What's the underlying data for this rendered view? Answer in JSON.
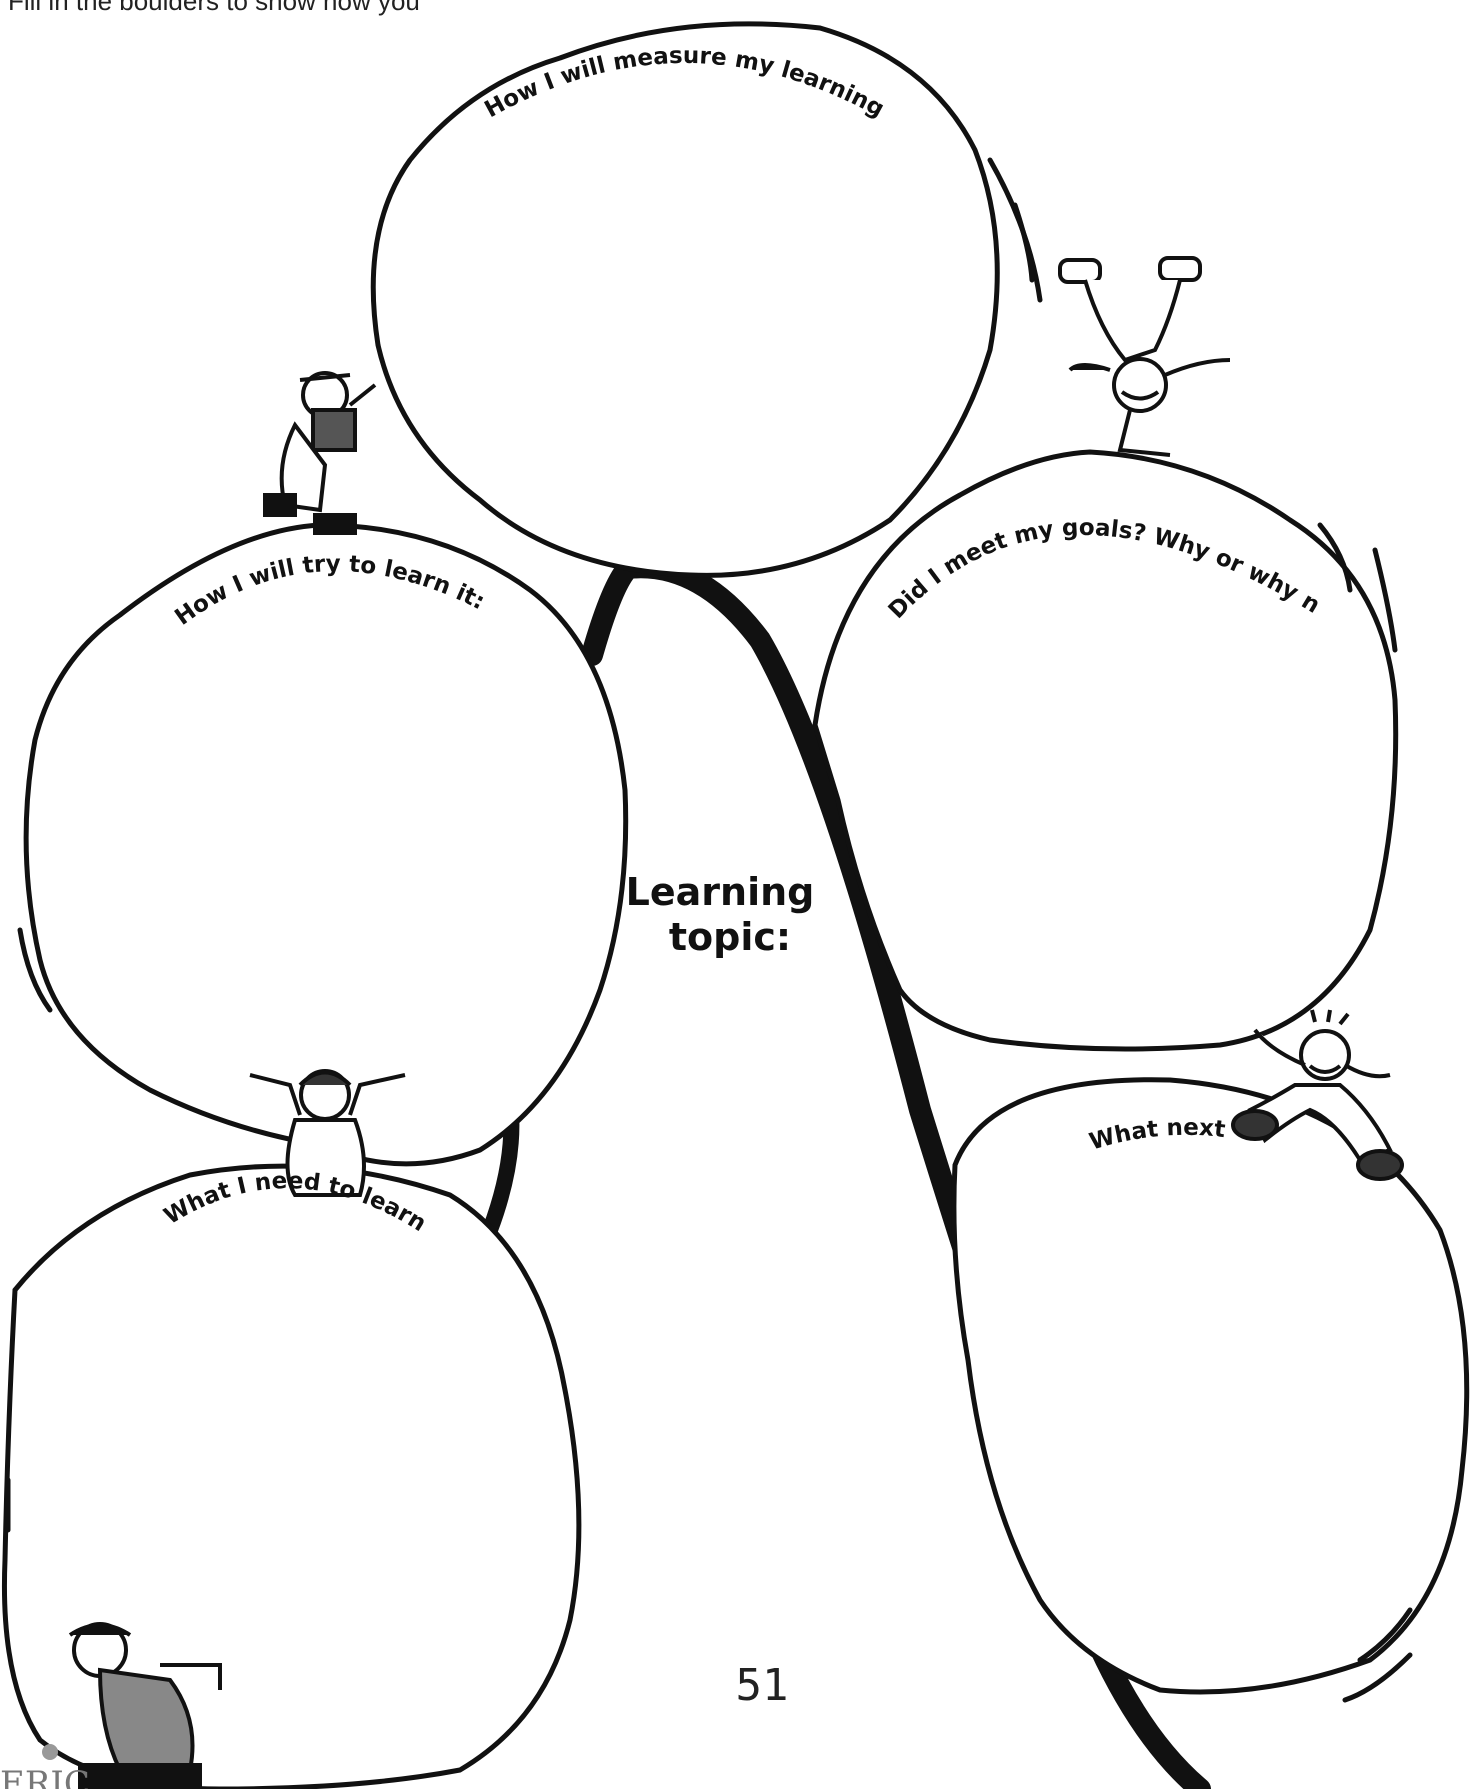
{
  "instruction": "Fill in the boulders to show how you",
  "boulders": {
    "top_label": "How I will measure my learning:",
    "left_label": "How I will try to learn it:",
    "right_label": "Did I meet my goals? Why or why not?",
    "bottom_left_label": "What I need to learn:",
    "bottom_right_label": "What next?"
  },
  "center": {
    "line1": "Learning",
    "line2": "topic:"
  },
  "page_number": "51",
  "footer_logo_text": "ERIC",
  "colors": {
    "ink": "#111111",
    "paper": "#ffffff"
  },
  "icons": [
    "climbing-kid-icon",
    "handstand-kid-icon",
    "shrugging-kid-icon",
    "jumping-kid-icon",
    "pushing-kid-icon"
  ]
}
